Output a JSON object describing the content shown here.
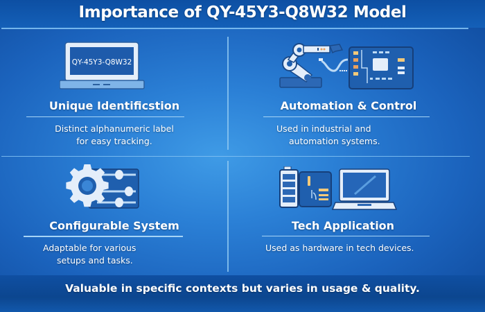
{
  "title": "Importance of QY-45Y3-Q8W32 Model",
  "colors": {
    "background": "#2b80d6",
    "header_bg": "#0d4fa3",
    "divider": "#7fc0f2",
    "icon_light": "#e4eefa",
    "icon_dark": "#1f5fae",
    "accent_orange": "#e9a15e",
    "accent_yellow": "#f2c97a"
  },
  "cards": [
    {
      "id": "unique-identification",
      "icon": "laptop-label-icon",
      "icon_label": "QY-45Y3-Q8W32",
      "heading": "Unique Identificstion",
      "description_lines": [
        "Distinct alphanumeric label",
        "for easy tracking."
      ]
    },
    {
      "id": "automation-control",
      "icon": "robot-arm-circuit-icon",
      "heading": "Automation & Control",
      "description_lines": [
        "Used in industrial and",
        "automation systems."
      ]
    },
    {
      "id": "configurable-system",
      "icon": "gear-sliders-icon",
      "heading": "Configurable System",
      "description_lines": [
        "Adaptable for various",
        "setups and tasks."
      ]
    },
    {
      "id": "tech-application",
      "icon": "battery-board-laptop-icon",
      "heading": "Tech Application",
      "description_lines": [
        "Used as hardware in tech devices."
      ]
    }
  ],
  "footer": "Valuable in specific contexts but varies in usage & quality."
}
